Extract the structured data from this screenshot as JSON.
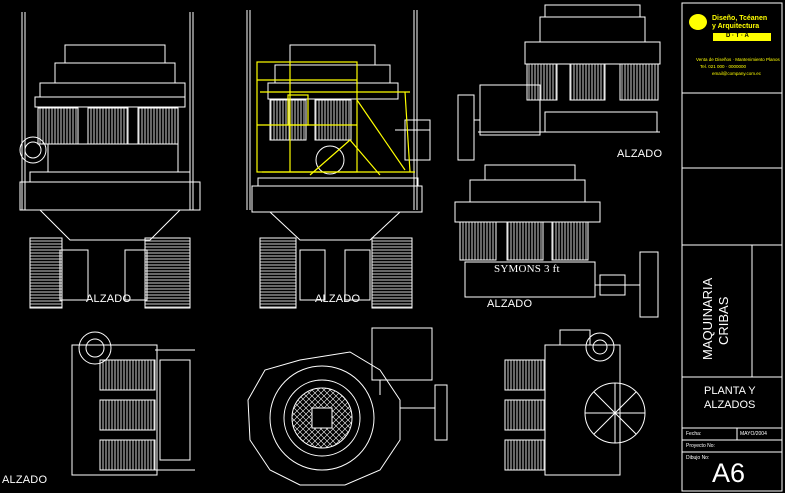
{
  "drawing": {
    "labels": {
      "alzado_1": "ALZADO",
      "alzado_2": "ALZADO",
      "alzado_3": "ALZADO",
      "alzado_4": "ALZADO",
      "alzado_5": "ALZADO",
      "symons": "SYMONS 3 ft"
    }
  },
  "title_block": {
    "company_line1": "Diseño, Tcéanen",
    "company_line2": "y Arquitectura",
    "company_badge": "D · T · A",
    "contact_line1": "Venta de Diseños · Mantenimiento Planos",
    "contact_line2": "Tel. 021 000 · 0000000",
    "contact_line3": "email@company.com.ec",
    "title_line1": "MAQUINARIA",
    "title_line2": "CRIBAS",
    "subtitle_line1": "PLANTA Y",
    "subtitle_line2": "ALZADOS",
    "row_fecha_label": "Fecha:",
    "row_fecha_value": "MAYO/2004",
    "row_proyecto_label": "Proyecto No:",
    "row_dibujo_label": "Dibujo No:",
    "sheet_size": "A6"
  },
  "colors": {
    "background": "#000000",
    "lines": "#ffffff",
    "accent": "#ffff00"
  }
}
